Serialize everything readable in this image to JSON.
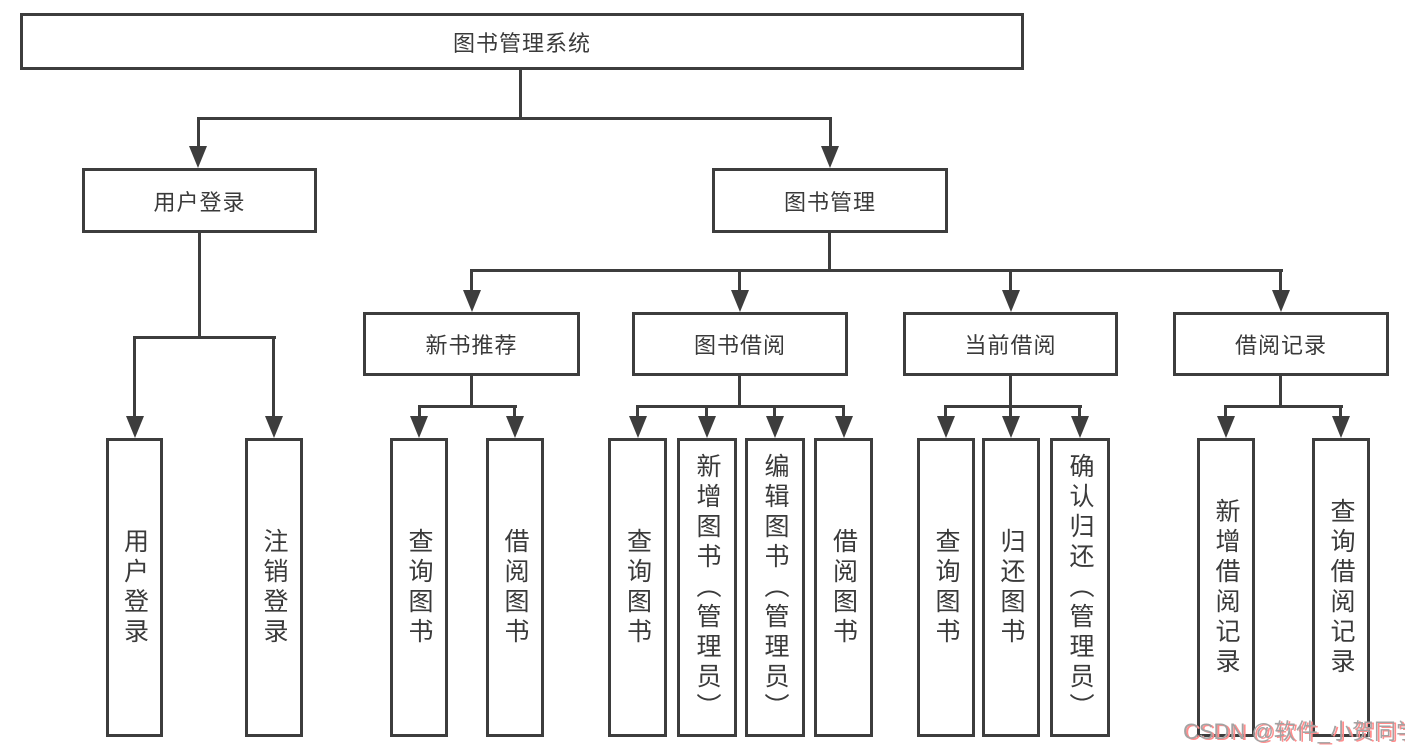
{
  "colors": {
    "line": "#3d3d3d",
    "text": "#3a3a3a",
    "background": "#ffffff",
    "watermark_text": "#a3a3a3",
    "watermark_shadow": "#ff8d8d"
  },
  "tree": {
    "root": {
      "label": "图书管理系统",
      "children": [
        {
          "label": "用户登录",
          "children": [
            {
              "label": "用户登录"
            },
            {
              "label": "注销登录"
            }
          ]
        },
        {
          "label": "图书管理",
          "children": [
            {
              "label": "新书推荐",
              "children": [
                {
                  "label": "查询图书"
                },
                {
                  "label": "借阅图书"
                }
              ]
            },
            {
              "label": "图书借阅",
              "children": [
                {
                  "label": "查询图书"
                },
                {
                  "label": "新增图书（管理员）"
                },
                {
                  "label": "编辑图书（管理员）"
                },
                {
                  "label": "借阅图书"
                }
              ]
            },
            {
              "label": "当前借阅",
              "children": [
                {
                  "label": "查询图书"
                },
                {
                  "label": "归还图书"
                },
                {
                  "label": "确认归还（管理员）"
                }
              ]
            },
            {
              "label": "借阅记录",
              "children": [
                {
                  "label": "新增借阅记录"
                },
                {
                  "label": "查询借阅记录"
                }
              ]
            }
          ]
        }
      ]
    }
  },
  "watermark": {
    "text": "CSDN @软件_小贺同学"
  }
}
